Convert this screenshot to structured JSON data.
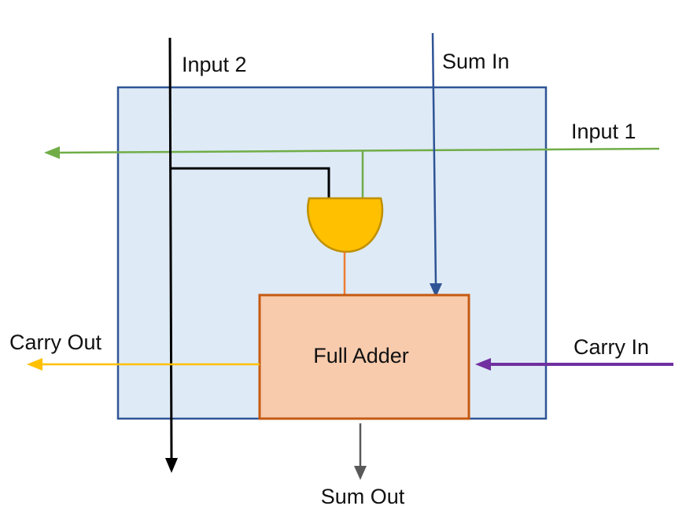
{
  "diagram": {
    "labels": {
      "input_2": "Input 2",
      "sum_in": "Sum In",
      "input_1": "Input 1",
      "carry_out": "Carry Out",
      "carry_in": "Carry In",
      "full_adder": "Full Adder",
      "sum_out": "Sum Out"
    },
    "colors": {
      "cell_fill": "#deeaf6",
      "cell_border": "#2f5496",
      "input_1_line": "#70ad47",
      "input_2_line": "#000000",
      "sum_in_line": "#2f5496",
      "and_gate_fill": "#ffc000",
      "and_gate_border": "#bf9000",
      "gate_to_adder_line": "#ed7d31",
      "adder_fill": "#f8cbad",
      "adder_border": "#c55a11",
      "carry_out_line": "#ffc000",
      "carry_in_line": "#7030a0",
      "sum_out_line": "#595959"
    }
  }
}
